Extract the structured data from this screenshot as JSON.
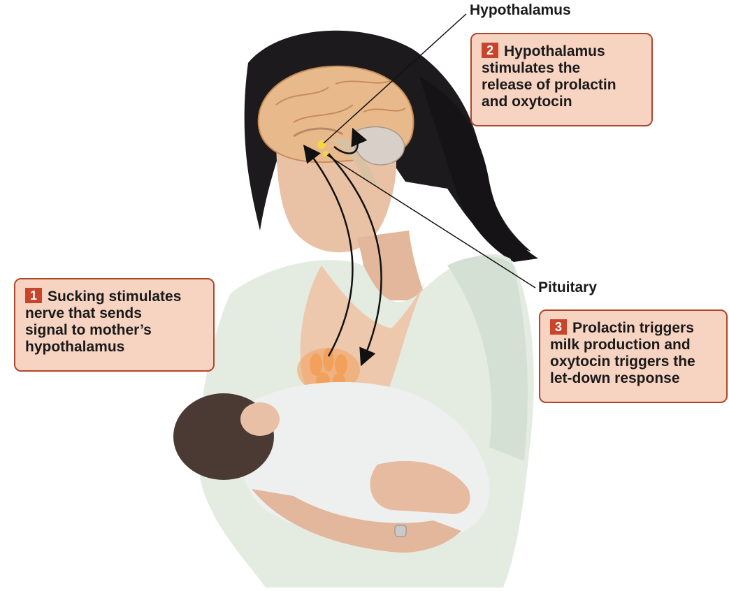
{
  "labels": {
    "hypothalamus": "Hypothalamus",
    "pituitary": "Pituitary"
  },
  "steps": [
    {
      "number": "1",
      "lines": [
        "Sucking stimulates",
        "nerve that sends",
        "signal to mother’s",
        "hypothalamus"
      ]
    },
    {
      "number": "2",
      "lines": [
        "Hypothalamus",
        "stimulates the",
        "release of prolactin",
        "and oxytocin"
      ]
    },
    {
      "number": "3",
      "lines": [
        "Prolactin triggers",
        "milk production and",
        "oxytocin triggers the",
        "let-down response"
      ]
    }
  ],
  "colors": {
    "callout_fill": "#f7d3c2",
    "callout_border": "#b0472c",
    "number_badge": "#c8452b",
    "brain": "#e8b98a",
    "hair": "#1c1a1d",
    "skin": "#e9c2a6",
    "robe": "#e4ece2",
    "blanket": "#eef0f0",
    "gland": "#f2a15c"
  }
}
